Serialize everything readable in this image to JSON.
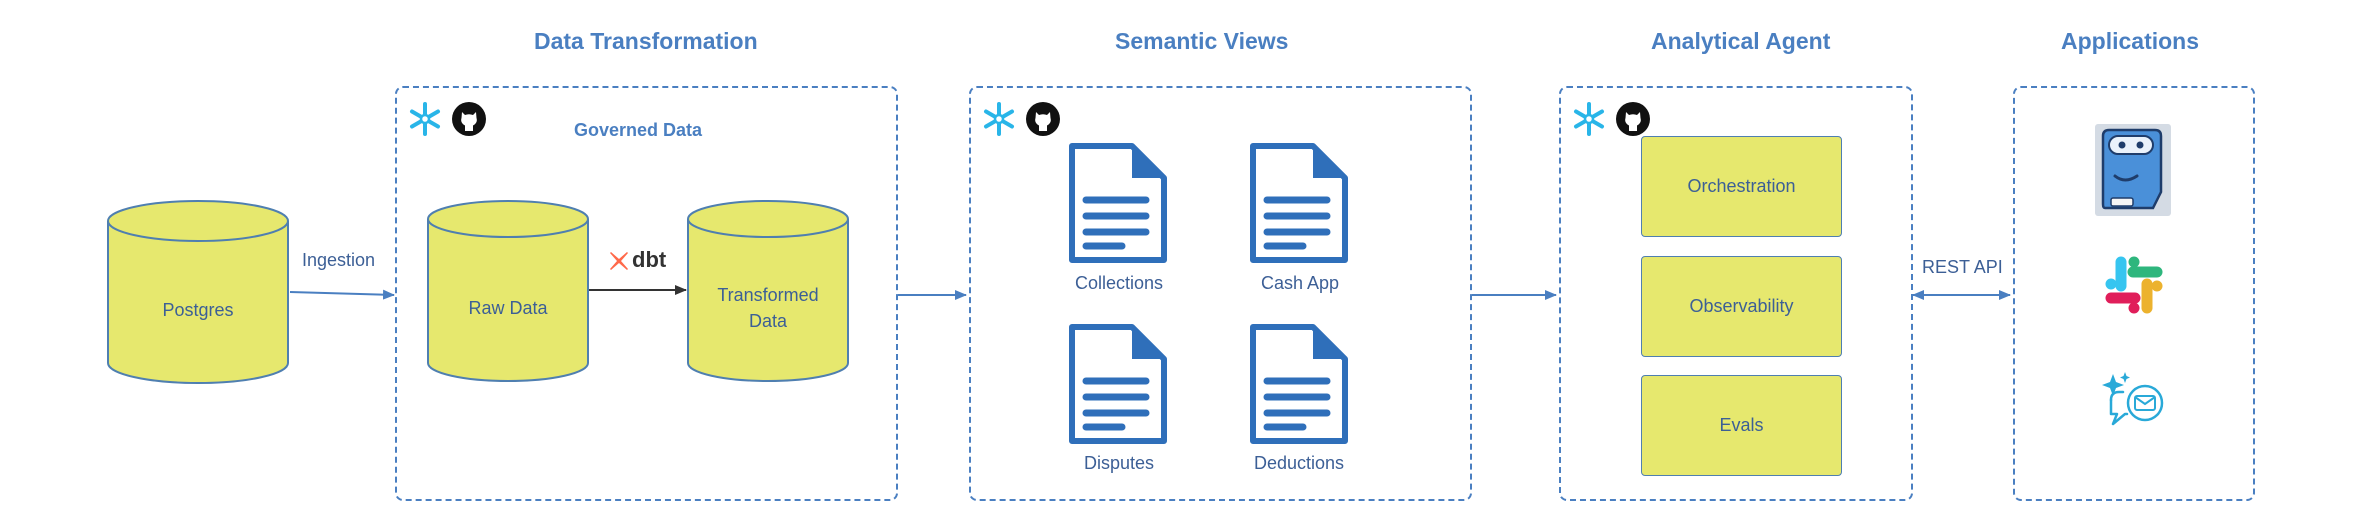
{
  "sections": {
    "data_transformation": "Data Transformation",
    "semantic_views": "Semantic Views",
    "analytical_agent": "Analytical Agent",
    "applications": "Applications"
  },
  "governed_data": "Governed Data",
  "postgres": "Postgres",
  "ingestion": "Ingestion",
  "raw_data": "Raw Data",
  "dbt": "dbt",
  "transformed_data_line1": "Transformed",
  "transformed_data_line2": "Data",
  "views": [
    "Collections",
    "Cash App",
    "Disputes",
    "Deductions"
  ],
  "agent_components": [
    "Orchestration",
    "Observability",
    "Evals"
  ],
  "rest_api": "REST API",
  "colors": {
    "accent": "#4a7fc1",
    "fill_yellow": "#e6e86e",
    "doc_blue": "#2f6fba",
    "snowflake": "#29b5e8",
    "github": "#111111",
    "dbt_orange": "#ff694a"
  },
  "icons": [
    "snowflake-icon",
    "github-icon",
    "document-icon",
    "robot-icon",
    "slack-icon",
    "chat-sparkle-icon",
    "dbt-logo"
  ]
}
